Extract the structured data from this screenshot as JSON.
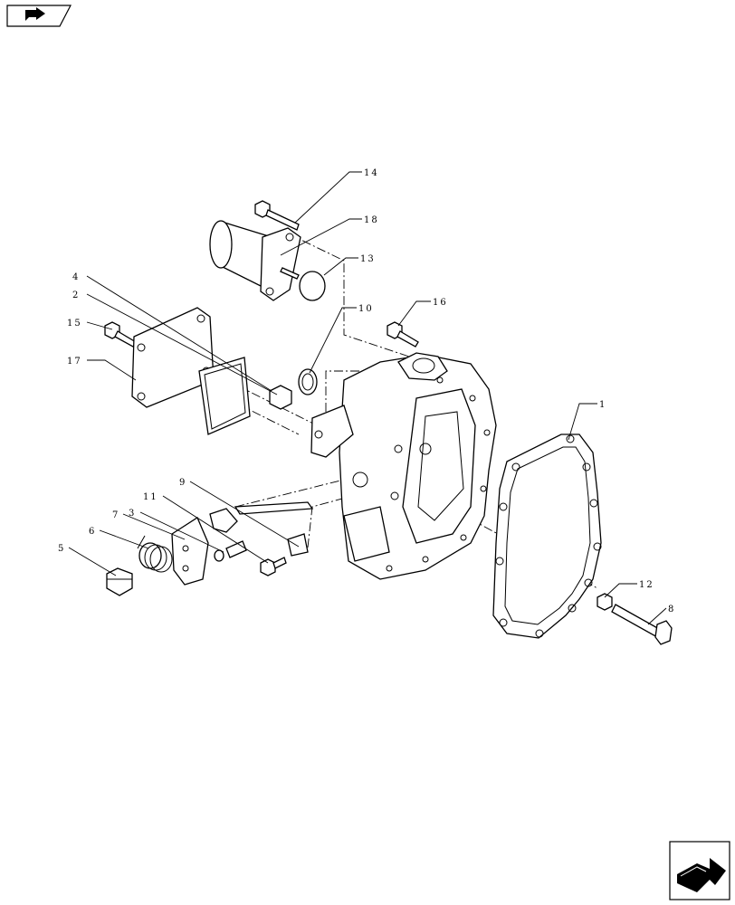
{
  "nav": {
    "back_icon": "back-arrow-icon",
    "next_icon": "next-page-arrow-icon"
  },
  "callouts": {
    "c1": "1",
    "c2": "2",
    "c3": "3",
    "c4": "4",
    "c5": "5",
    "c6": "6",
    "c7": "7",
    "c8": "8",
    "c9": "9",
    "c10": "10",
    "c11": "11",
    "c12": "12",
    "c13": "13",
    "c14": "14",
    "c15": "15",
    "c16": "16",
    "c17": "17",
    "c18": "18"
  }
}
